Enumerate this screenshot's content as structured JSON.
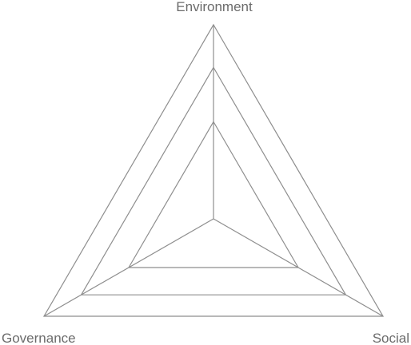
{
  "diagram": {
    "type": "radar-grid",
    "axes": [
      {
        "id": "environment",
        "label": "Environment"
      },
      {
        "id": "social",
        "label": "Social"
      },
      {
        "id": "governance",
        "label": "Governance"
      }
    ],
    "rings": [
      1.0,
      0.78,
      0.5
    ],
    "colors": {
      "grid": "#8e8e8e",
      "label": "#6b6b6b",
      "background": "#ffffff"
    }
  }
}
